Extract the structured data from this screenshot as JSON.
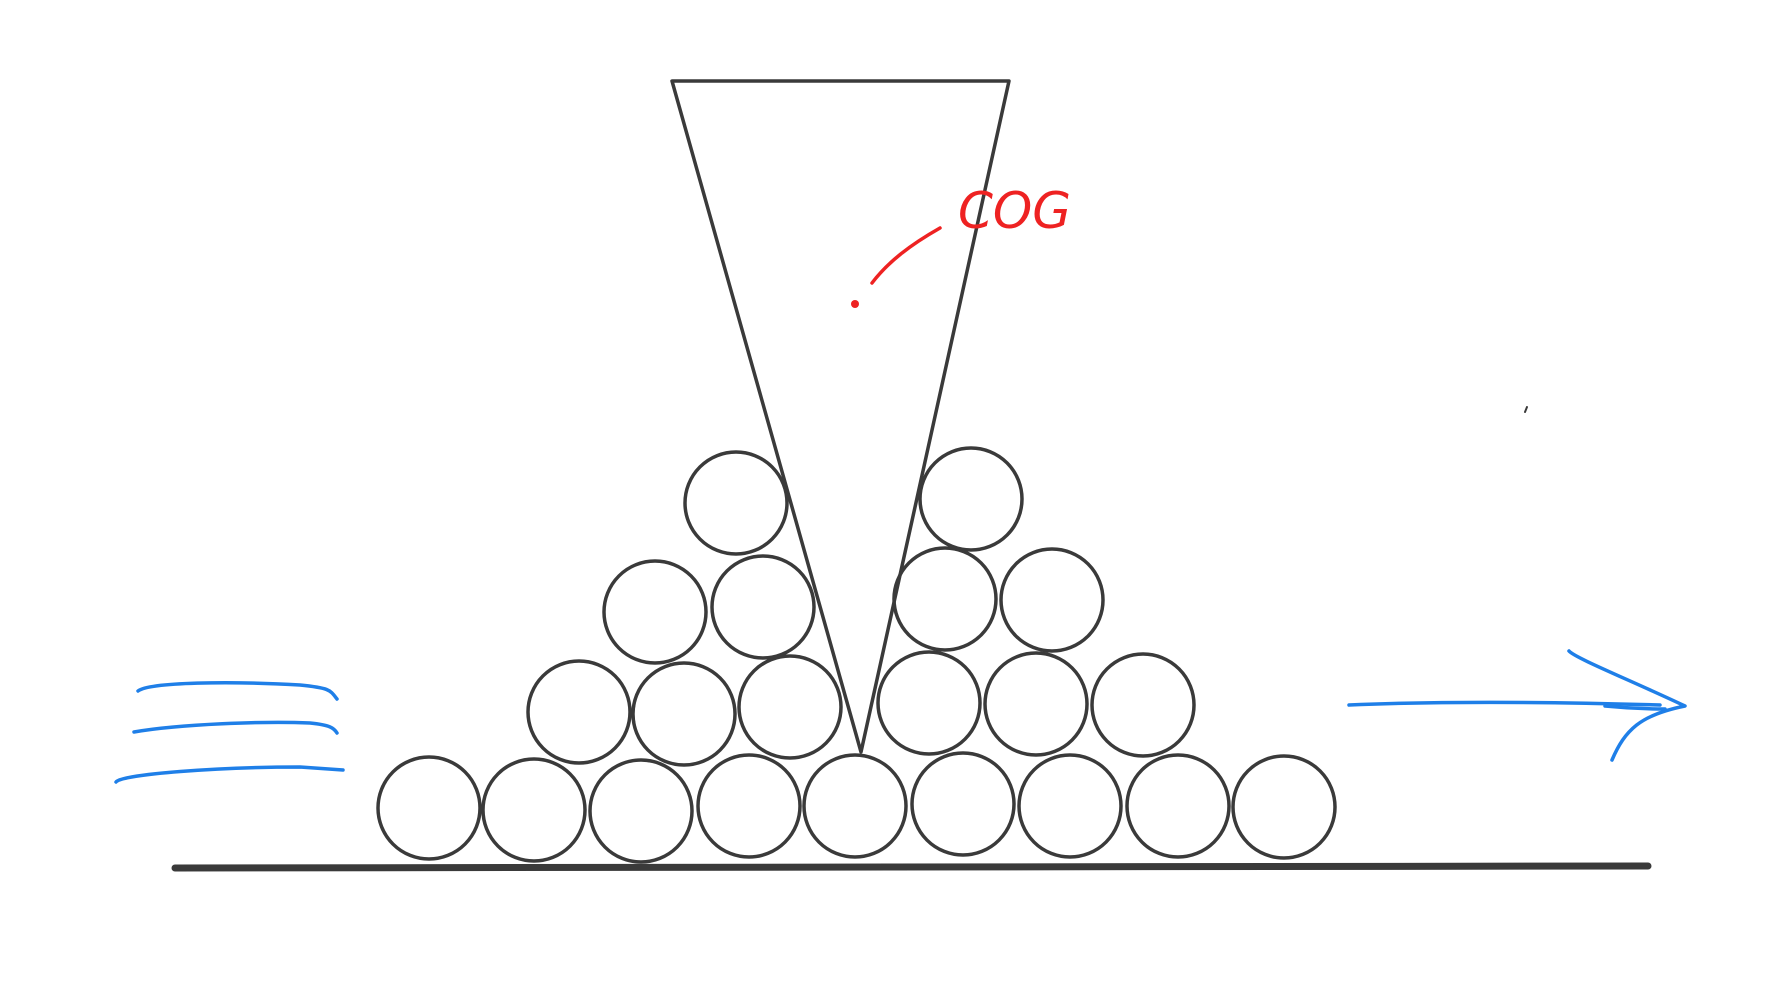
{
  "annotation": {
    "label": "COG",
    "color": "#ee2222"
  },
  "colors": {
    "stroke": "#3a3a3a",
    "motion": "#1f7fe8",
    "background": "#ffffff"
  },
  "scene": {
    "object": "inverted-triangle",
    "supports": "stacked-balls",
    "ball_rows": [
      9,
      6,
      4,
      2
    ],
    "motion_direction": "right"
  }
}
